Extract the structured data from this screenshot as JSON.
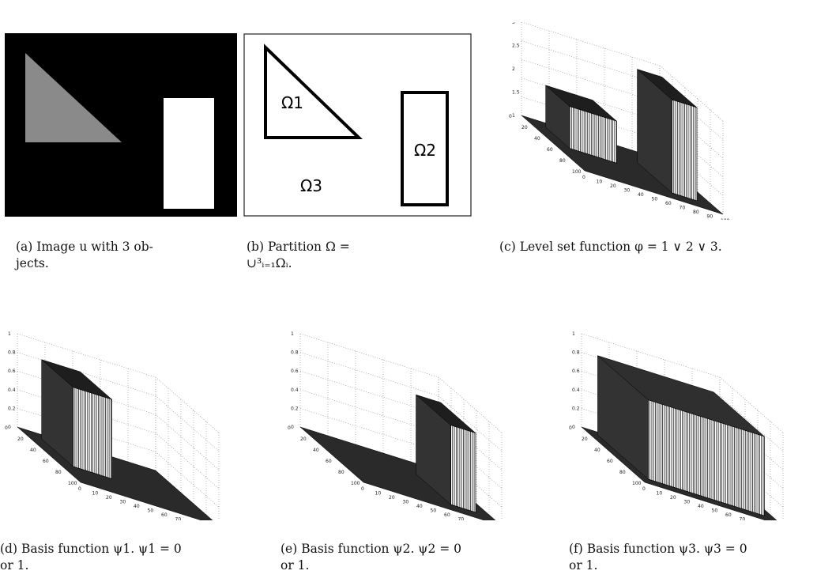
{
  "panels": {
    "a": {
      "caption_lines": [
        "(a) Image u with 3 ob-",
        "jects."
      ]
    },
    "b": {
      "caption_lines": [
        "(b)  Partition  Ω  =",
        "∪³ᵢ₌₁Ωᵢ."
      ],
      "labels": [
        "Ω1",
        "Ω2",
        "Ω3"
      ]
    },
    "c": {
      "caption": "(c) Level set function φ = 1 ∨ 2 ∨ 3.",
      "z_ticks": [
        "1",
        "1.5",
        "2",
        "2.5",
        "3"
      ]
    },
    "d": {
      "caption_lines": [
        "(d) Basis function ψ1.  ψ1 = 0",
        "or 1."
      ],
      "z_ticks": [
        "0",
        "0.2",
        "0.4",
        "0.6",
        "0.8",
        "1"
      ]
    },
    "e": {
      "caption_lines": [
        "(e) Basis function ψ2.  ψ2 = 0",
        "or 1."
      ],
      "z_ticks": [
        "0",
        "0.2",
        "0.4",
        "0.6",
        "0.8",
        "1"
      ]
    },
    "f": {
      "caption_lines": [
        "(f) Basis function ψ3.  ψ3 = 0",
        "or 1."
      ],
      "z_ticks": [
        "0",
        "0.2",
        "0.4",
        "0.6",
        "0.8",
        "1"
      ]
    }
  },
  "axis_ticks": {
    "x": [
      "0",
      "10",
      "20",
      "30",
      "40",
      "50",
      "60",
      "70",
      "80",
      "90",
      "100"
    ],
    "y": [
      "0",
      "20",
      "40",
      "60",
      "80",
      "100"
    ]
  }
}
